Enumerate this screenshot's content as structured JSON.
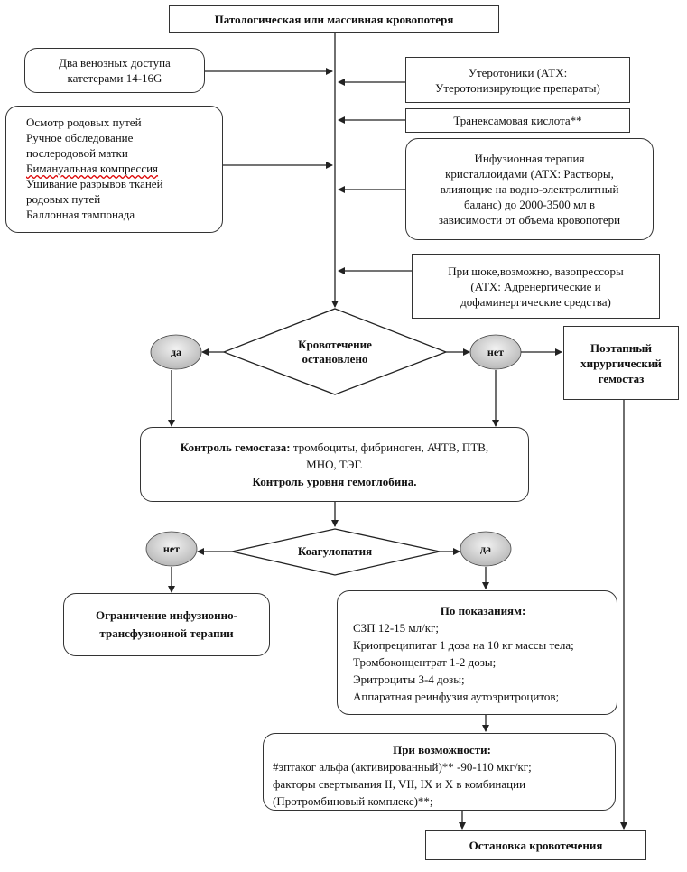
{
  "title": "Патологическая или массивная кровопотеря",
  "venous_access": [
    "Два венозных доступа",
    "катетерами 14-16G"
  ],
  "procedures": [
    "Осмотр родовых путей",
    "Ручное обследование",
    "послеродовой матки",
    "Бимануальная компрессия",
    "Ушивание разрывов тканей",
    "родовых путей",
    "Баллонная тампонада"
  ],
  "uterotonics": [
    "Утеротоники (АТХ:",
    "Утеротонизирующие препараты)"
  ],
  "tranexamic": "Транексамовая кислота**",
  "infusion": [
    "Инфузионная терапия",
    "кристаллоидами (АТХ: Растворы,",
    "влияющие на водно-электролитный",
    "баланс) до 2000-3500 мл в",
    "зависимости от объема кровопотери"
  ],
  "vasopressors": [
    "При шоке,возможно, вазопрессоры",
    "(АТХ: Адренергические и",
    "дофаминергические средства)"
  ],
  "decision1": [
    "Кровотечение",
    "остановлено"
  ],
  "yes": "да",
  "no": "нет",
  "surgical": [
    "Поэтапный",
    "хирургический",
    "гемостаз"
  ],
  "control": {
    "line1_bold": "Контроль гемостаза:",
    "line1_rest": " тромбоциты, фибриноген, АЧТВ, ПТВ,",
    "line2": "МНО, ТЭГ.",
    "line3": "Контроль уровня гемоглобина."
  },
  "decision2": "Коагулопатия",
  "limit": [
    "Ограничение инфузионно-",
    "трансфузионной терапии"
  ],
  "indications": {
    "title": "По показаниям:",
    "items": [
      "СЗП 12-15 мл/кг;",
      "Криопреципитат 1 доза на 10 кг массы тела;",
      "Тромбоконцентрат 1-2 дозы;",
      "Эритроциты 3-4 дозы;",
      "Аппаратная реинфузия аутоэритроцитов;"
    ]
  },
  "possible": {
    "title": "При возможности:",
    "items": [
      "#эптаког альфа (активированный)** -90-110 мкг/кг;",
      "факторы свертывания II, VII, IX и X в комбинации",
      "(Протромбиновый комплекс)**;"
    ]
  },
  "stop": "Остановка кровотечения"
}
